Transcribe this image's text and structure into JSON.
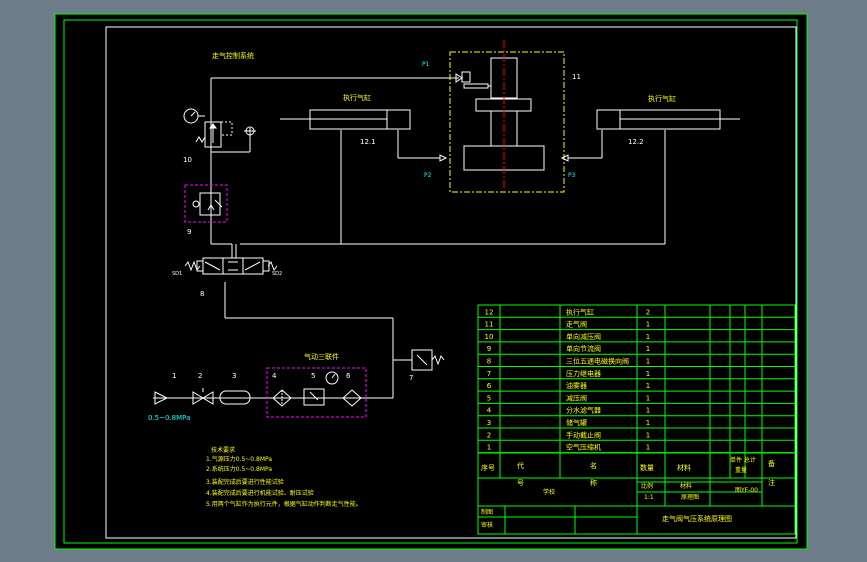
{
  "diagram": {
    "title_cn": "走气控制系统",
    "cylinder_left_label": "执行气缸",
    "cylinder_right_label": "执行气缸",
    "port_p1": "P1",
    "port_p2": "P2",
    "port_p3": "P3",
    "ref_11": "11",
    "ref_121": "12.1",
    "ref_122": "12.2",
    "ref_10": "10",
    "ref_9": "9",
    "ref_8": "8",
    "ref_7": "7",
    "sol_left": "SD1",
    "sol_right": "SD2",
    "frl_label": "气动三联件",
    "n1": "1",
    "n2": "2",
    "n3": "3",
    "n4": "4",
    "n5": "5",
    "n6": "6",
    "pressure": "0.5~0.8MPa"
  },
  "notes": {
    "heading": "技术要求",
    "line1": "1.气源压力0.5~0.8MPa",
    "line2": "2.系统压力0.5~0.8MPa",
    "line3": "3.装配完成后要进行性能试验",
    "line4": "4.装配完成后要进行机能试验、耐压试验",
    "line5": "5.用两个气缸作为执行元件，根据气缸动作判断走气性能。"
  },
  "bom": {
    "rows": [
      {
        "no": "12",
        "name": "执行气缸",
        "qty": "2"
      },
      {
        "no": "11",
        "name": "走气阀",
        "qty": "1"
      },
      {
        "no": "10",
        "name": "单向减压阀",
        "qty": "1"
      },
      {
        "no": "9",
        "name": "单向节流阀",
        "qty": "1"
      },
      {
        "no": "8",
        "name": "三位五通电磁换向阀",
        "qty": "1"
      },
      {
        "no": "7",
        "name": "压力继电器",
        "qty": "1"
      },
      {
        "no": "6",
        "name": "油雾器",
        "qty": "1"
      },
      {
        "no": "5",
        "name": "减压阀",
        "qty": "1"
      },
      {
        "no": "4",
        "name": "分水滤气器",
        "qty": "1"
      },
      {
        "no": "3",
        "name": "储气罐",
        "qty": "1"
      },
      {
        "no": "2",
        "name": "手动截止阀",
        "qty": "1"
      },
      {
        "no": "1",
        "name": "空气压缩机",
        "qty": "1"
      }
    ],
    "h_no": "序号",
    "h_code": "代",
    "h_name": "名",
    "h_qty": "数量",
    "h_mat": "材料",
    "h_weight": "单件 总计",
    "h_weight2": "重量",
    "h_note": "备",
    "h_code2": "号",
    "h_name2": "称",
    "h_note2": "注",
    "scale_label": "比例",
    "scale_value": "1:1",
    "material_label": "材料",
    "sheet_label": "原理图",
    "drawing_no": "图YF-00",
    "draw_label": "制图",
    "check_label": "审核",
    "unit_label": "学校",
    "title": "走气阀气压系统原理图"
  }
}
